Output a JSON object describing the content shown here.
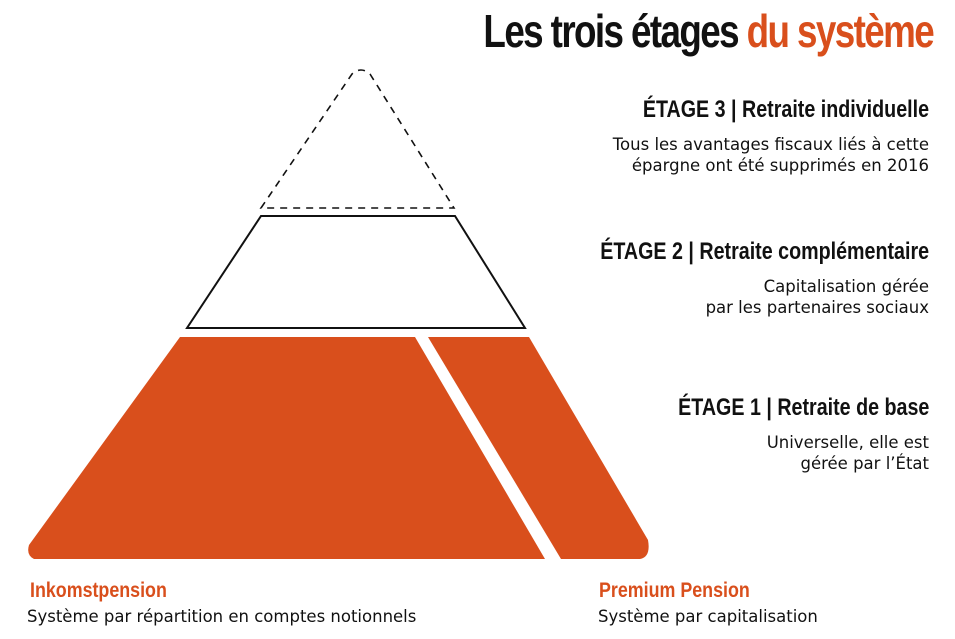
{
  "title": {
    "part1": "Les trois étages",
    "part2": "du système"
  },
  "colors": {
    "accent": "#d94f1c",
    "text": "#111111",
    "background": "#ffffff"
  },
  "stages": [
    {
      "heading": "ÉTAGE 3 | Retraite individuelle",
      "desc_lines": [
        "Tous les avantages fiscaux liés à cette",
        "épargne ont été supprimés en 2016"
      ]
    },
    {
      "heading": "ÉTAGE 2 | Retraite complémentaire",
      "desc_lines": [
        "Capitalisation gérée",
        "par les partenaires sociaux"
      ]
    },
    {
      "heading": "ÉTAGE 1 | Retraite de base",
      "desc_lines": [
        "Universelle, elle est",
        "gérée par l’État"
      ]
    }
  ],
  "bottom": {
    "left": {
      "name": "Inkomstpension",
      "desc": "Système par répartition en comptes notionnels"
    },
    "right": {
      "name": "Premium Pension",
      "desc": "Système par capitalisation"
    }
  }
}
